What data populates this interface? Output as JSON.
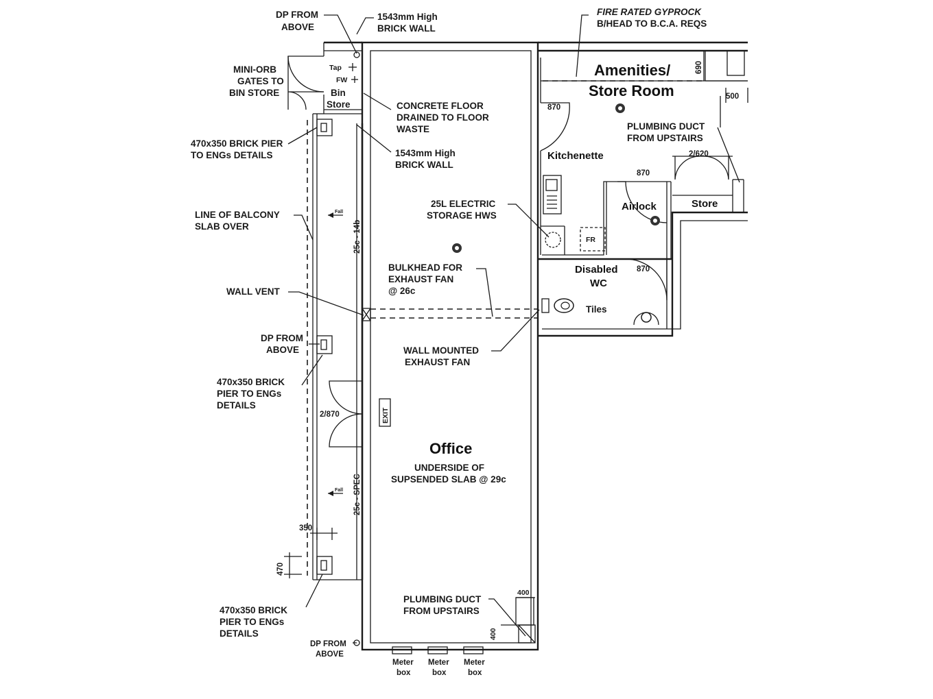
{
  "rooms": {
    "amenities_line1": "Amenities/",
    "amenities_line2": "Store Room",
    "kitchenette": "Kitchenette",
    "airlock": "Airlock",
    "store": "Store",
    "disabled_wc_line1": "Disabled",
    "disabled_wc_line2": "WC",
    "office": "Office",
    "bin_store_line1": "Bin",
    "bin_store_line2": "Store",
    "tiles": "Tiles"
  },
  "notes": {
    "dp_from_above_top": [
      "DP FROM",
      "ABOVE"
    ],
    "brick_wall_top": [
      "1543mm High",
      "BRICK WALL"
    ],
    "fire_rated": [
      "FIRE RATED GYPROCK",
      "B/HEAD TO B.C.A. REQS"
    ],
    "mini_orb": [
      "MINI-ORB",
      "GATES TO",
      "BIN STORE"
    ],
    "concrete_floor": [
      "CONCRETE FLOOR",
      "DRAINED TO FLOOR",
      "WASTE"
    ],
    "brick_pier_1": [
      "470x350 BRICK PIER",
      "TO ENGs DETAILS"
    ],
    "brick_wall_mid": [
      "1543mm High",
      "BRICK WALL"
    ],
    "plumbing_duct_upper": [
      "PLUMBING DUCT",
      "FROM UPSTAIRS"
    ],
    "balcony_slab": [
      "LINE OF BALCONY",
      "SLAB OVER"
    ],
    "hws": [
      "25L ELECTRIC",
      "STORAGE HWS"
    ],
    "bulkhead": [
      "BULKHEAD FOR",
      "EXHAUST FAN",
      "@ 26c"
    ],
    "wall_vent": "WALL VENT",
    "dp_from_above_mid": [
      "DP FROM",
      "ABOVE"
    ],
    "brick_pier_2": [
      "470x350 BRICK",
      "PIER TO ENGs",
      "DETAILS"
    ],
    "exhaust_fan": [
      "WALL MOUNTED",
      "EXHAUST FAN"
    ],
    "underside_slab": [
      "UNDERSIDE OF",
      "SUPSENDED SLAB @ 29c"
    ],
    "plumbing_duct_lower": [
      "PLUMBING DUCT",
      "FROM UPSTAIRS"
    ],
    "brick_pier_3": [
      "470x350 BRICK",
      "PIER TO ENGs",
      "DETAILS"
    ],
    "dp_from_above_bottom": [
      "DP FROM",
      "ABOVE"
    ]
  },
  "fixtures": {
    "tap": "Tap",
    "fw": "FW",
    "fr": "FR",
    "exit": "EXIT",
    "fall": "Fall"
  },
  "dimensions": {
    "d690": "690",
    "d500": "500",
    "door_870_store": "870",
    "door_870_airlock": "870",
    "door_870_wc": "870",
    "door_2_620": "2/620",
    "door_2_870": "2/870",
    "d350": "350",
    "d470": "470",
    "d400_top": "400",
    "d400_side": "400",
    "level_upper": "25c - 14b",
    "level_lower": "25c - SPEC"
  },
  "meter_boxes": [
    [
      "Meter",
      "box"
    ],
    [
      "Meter",
      "box"
    ],
    [
      "Meter",
      "box"
    ]
  ]
}
